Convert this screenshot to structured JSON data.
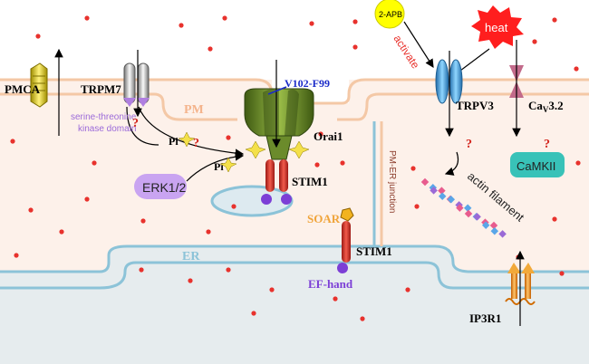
{
  "labels": {
    "pmca": "PMCA",
    "trpm7": "TRPM7",
    "kinase_line1": "serine-threonine",
    "kinase_line2": "kinase domain",
    "pm": "PM",
    "pi_left": "Pi",
    "pi_erk": "Pi",
    "v102": "V102-F99",
    "orai1": "Orai1",
    "stim1_upper": "STIM1",
    "erk": "ERK1/2",
    "junction": "PM-ER junction",
    "soar": "SOAR",
    "stim1_lower": "STIM1",
    "ef_hand": "EF-hand",
    "er": "ER",
    "apb": "2-APB",
    "activate": "activate",
    "heat": "heat",
    "trpv3": "TRPV3",
    "cav_prefix": "Ca",
    "cav_sub": "V",
    "cav_suffix": "3.2",
    "camkii": "CaMKII",
    "actin": "actin filament",
    "ip3r1": "IP3R1",
    "question": "?"
  },
  "colors": {
    "membrane_fill": "#fdf1ea",
    "membrane_line": "#f4c8a6",
    "er_fill": "#e6ecee",
    "er_line": "#8cc3d8",
    "calcium": "#e8322d",
    "pmca": "#f2e32a",
    "orai": "#6b8b2b",
    "stim": "#e0443a",
    "erk": "#c9a4f1",
    "camkii": "#38c2b8",
    "trpv3": "#5ab6e8",
    "heat": "#ff1e1e",
    "apb": "#ffff00",
    "cav": "#c26a8a",
    "ip3r1": "#f28c1e"
  }
}
